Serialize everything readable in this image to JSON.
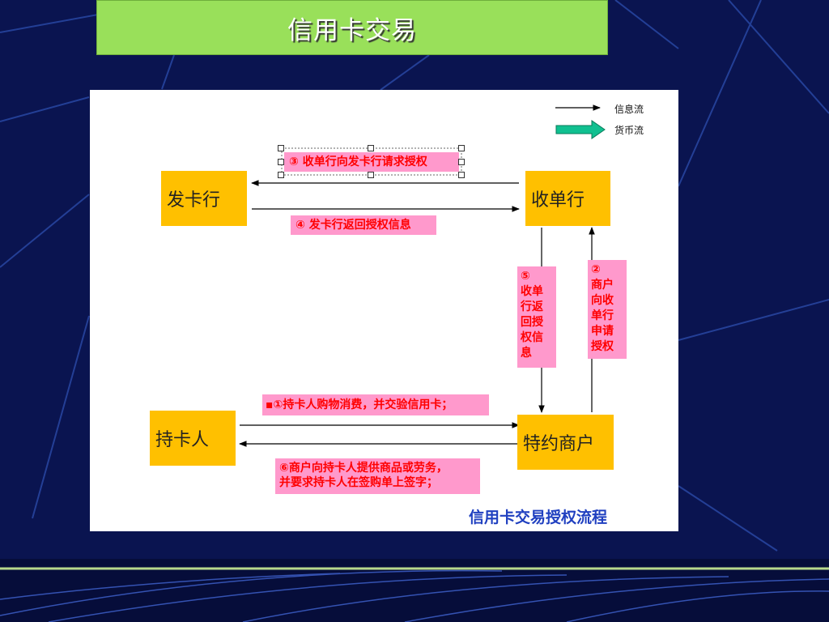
{
  "slide": {
    "title": "信用卡交易"
  },
  "legend": {
    "info_flow": "信息流",
    "money_flow": "货币流"
  },
  "nodes": {
    "issuer": "发卡行",
    "acquirer": "收单行",
    "cardholder": "持卡人",
    "merchant": "特约商户"
  },
  "steps": {
    "s1": "▪①持卡人购物消费，并交验信用卡；",
    "s2": [
      "②",
      "商户",
      "向收",
      "单行",
      "申请",
      "授权"
    ],
    "s3": "③  收单行向发卡行请求授权",
    "s4": "④  发卡行返回授权信息",
    "s5": [
      "⑤",
      "收单",
      "行返",
      "回授",
      "权信",
      "息"
    ],
    "s6": [
      "⑥商户向持卡人提供商品或劳务，",
      "并要求持卡人在签购单上签字；"
    ]
  },
  "caption": "信用卡交易授权流程",
  "colors": {
    "background": "#0a1450",
    "title_bar": "#99e05a",
    "node": "#ffc000",
    "label_bg": "#ff99cc",
    "label_text": "#ff0000",
    "caption": "#2040c0",
    "money_arrow": "#10c090"
  }
}
